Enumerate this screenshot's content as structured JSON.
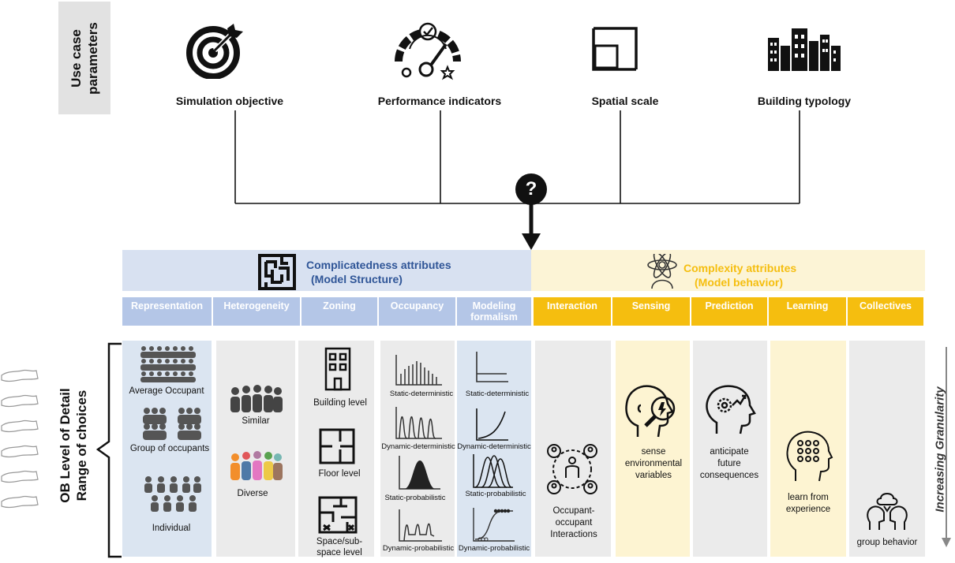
{
  "side_tab": {
    "line1": "Use case",
    "line2": "parameters"
  },
  "parameters": [
    {
      "label": "Simulation objective",
      "icon": "target-icon"
    },
    {
      "label": "Performance indicators",
      "icon": "gauge-icon"
    },
    {
      "label": "Spatial scale",
      "icon": "spatial-scale-icon"
    },
    {
      "label": "Building typology",
      "icon": "buildings-icon"
    }
  ],
  "question_mark": "?",
  "complicatedness": {
    "title": "Complicatedness attributes",
    "subtitle": "(Model Structure)",
    "icon": "maze-icon",
    "color": "#2f5597"
  },
  "complexity": {
    "title": "Complexity attributes",
    "subtitle": "(Model behavior)",
    "icon": "atom-person-icon",
    "color": "#f5be0f"
  },
  "headers": {
    "representation": "Representation",
    "heterogeneity": "Heterogeneity",
    "zoning": "Zoning",
    "occupancy": "Occupancy",
    "modeling1": "Modeling",
    "modeling2": "formalism",
    "interaction": "Interaction",
    "sensing": "Sensing",
    "prediction": "Prediction",
    "learning": "Learning",
    "collectives": "Collectives"
  },
  "representation": {
    "average": "Average Occupant",
    "group": "Group of occupants",
    "individual": "Individual"
  },
  "heterogeneity": {
    "similar": "Similar",
    "diverse": "Diverse"
  },
  "zoning": {
    "building": "Building level",
    "floor": "Floor level",
    "space1": "Space/sub-",
    "space2": "space level"
  },
  "occupancy": {
    "sd": "Static-deterministic",
    "dd": "Dynamic-deterministic",
    "sp": "Static-probabilistic",
    "dp": "Dynamic-probabilistic"
  },
  "formalism": {
    "sd": "Static-deterministic",
    "dd": "Dynamic-deterministic",
    "sp": "Static-probabilistic",
    "dp": "Dynamic-probabilistic"
  },
  "interaction": {
    "l1": "Occupant-",
    "l2": "occupant",
    "l3": "Interactions"
  },
  "sensing": {
    "l1": "sense",
    "l2": "environmental",
    "l3": "variables"
  },
  "prediction": {
    "l1": "anticipate",
    "l2": "future",
    "l3": "consequences"
  },
  "learning": {
    "l1": "learn from",
    "l2": "experience"
  },
  "collectives": {
    "l1": "group behavior"
  },
  "ob_label": {
    "line1": "OB Level of Detail",
    "line2": "Range of choices"
  },
  "granularity": "Increasing Granularity"
}
